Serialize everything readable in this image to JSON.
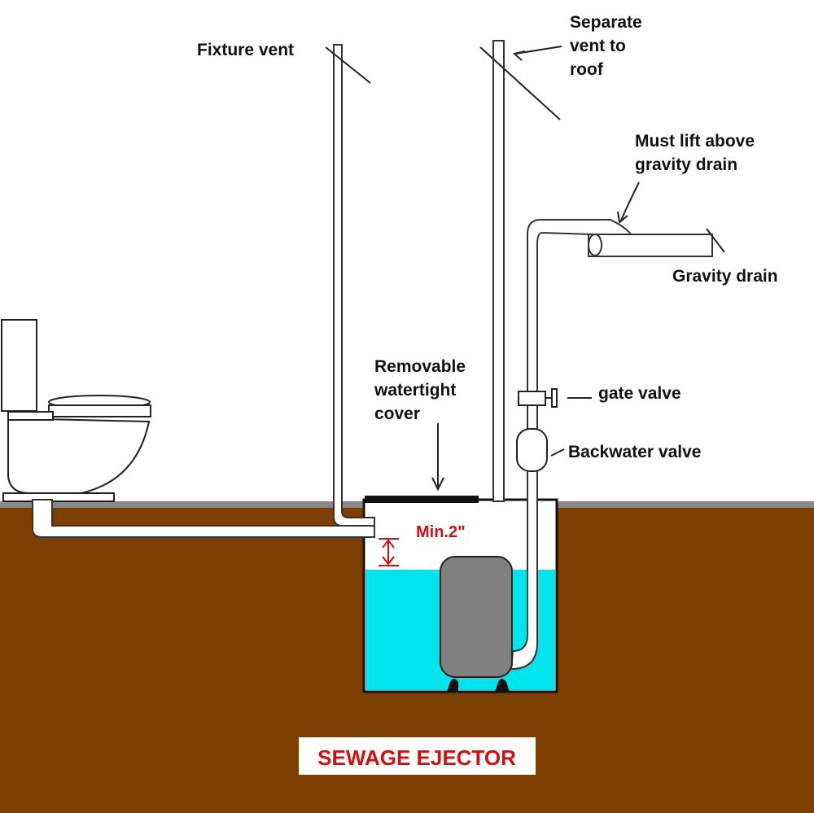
{
  "labels": {
    "fixture_vent": "Fixture vent",
    "separate_vent": [
      "Separate",
      "vent to",
      "roof"
    ],
    "must_lift": [
      "Must lift above",
      "gravity drain"
    ],
    "gravity_drain": "Gravity drain",
    "removable_cover": [
      "Removable",
      "watertight",
      "cover"
    ],
    "gate_valve": "gate valve",
    "backwater_valve": "Backwater valve",
    "min_clearance": "Min.2\"",
    "title": "SEWAGE EJECTOR"
  },
  "colors": {
    "soil": "#7c3f00",
    "floor": "#888888",
    "water": "#00e4ee",
    "pump": "#808080",
    "annotation": "#d01010",
    "title_box": "#ffffff"
  }
}
